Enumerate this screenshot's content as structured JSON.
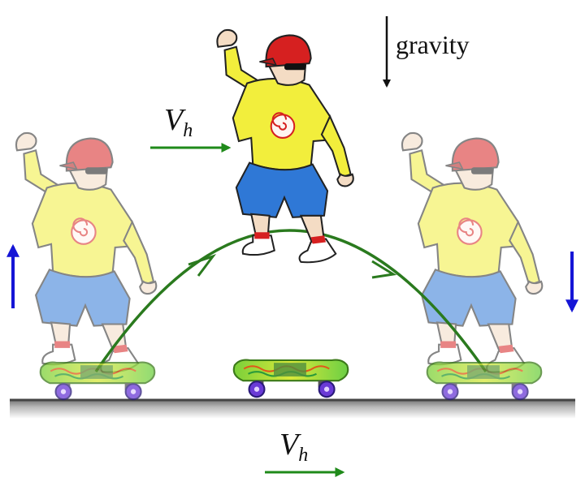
{
  "labels": {
    "gravity": "gravity",
    "vh_top": {
      "main": "V",
      "sub": "h"
    },
    "vh_bottom": {
      "main": "V",
      "sub": "h"
    }
  },
  "icons": {
    "gravity_arrow": "down-arrow-icon",
    "velocity_arrows": "right-arrow-icon",
    "vertical_up": "up-arrow-icon",
    "vertical_down": "down-arrow-icon",
    "skater": "skateboarder-figure",
    "skateboard": "skateboard-icon"
  },
  "colors": {
    "trajectory": "#2a7a1e",
    "velocity_arrow": "#1f8a1a",
    "vertical_arrow": "#1515d6",
    "gravity_arrow": "#111111",
    "shirt": "#f2ee3c",
    "shorts": "#2f78d6",
    "cap": "#d62020",
    "ground": "#8a8a8a"
  }
}
